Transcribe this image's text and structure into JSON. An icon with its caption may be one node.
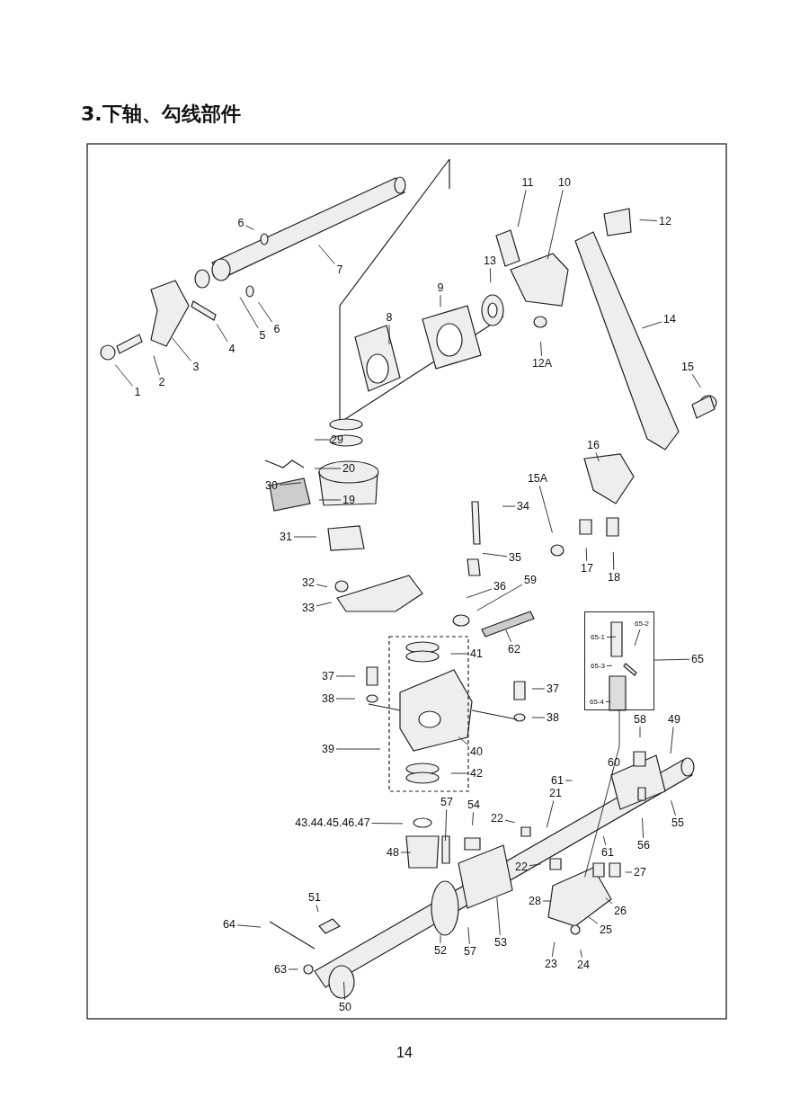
{
  "diagram": {
    "title": "3.下轴、勾线部件",
    "nodes": [
      {
        "text": [
          "6"
        ]
      },
      {
        "text": [
          "7"
        ]
      },
      {
        "text": [
          "6"
        ]
      },
      {
        "text": [
          "5"
        ]
      },
      {
        "text": [
          "4"
        ]
      },
      {
        "text": [
          "3"
        ]
      },
      {
        "text": [
          "2"
        ]
      },
      {
        "text": [
          "1"
        ]
      },
      {
        "text": [
          "11"
        ]
      },
      {
        "text": [
          "10"
        ]
      },
      {
        "text": [
          "12"
        ]
      },
      {
        "text": [
          "13"
        ]
      },
      {
        "text": [
          "9"
        ]
      },
      {
        "text": [
          "8"
        ]
      },
      {
        "text": [
          "14"
        ]
      },
      {
        "text": [
          "12A"
        ]
      },
      {
        "text": [
          "15"
        ]
      },
      {
        "text": [
          "29"
        ]
      },
      {
        "text": [
          "16"
        ]
      },
      {
        "text": [
          "20"
        ]
      },
      {
        "text": [
          "15A"
        ]
      },
      {
        "text": [
          "30"
        ]
      },
      {
        "text": [
          "19"
        ]
      },
      {
        "text": [
          "34"
        ]
      },
      {
        "text": [
          "31"
        ]
      },
      {
        "text": [
          "35"
        ]
      },
      {
        "text": [
          "17"
        ]
      },
      {
        "text": [
          "18"
        ]
      },
      {
        "text": [
          "36"
        ]
      },
      {
        "text": [
          "59"
        ]
      },
      {
        "text": [
          "32"
        ]
      },
      {
        "text": [
          "33"
        ]
      },
      {
        "text": [
          "62"
        ]
      },
      {
        "text": [
          "41"
        ]
      },
      {
        "text": [
          "65"
        ]
      },
      {
        "text": [
          "37"
        ]
      },
      {
        "text": [
          "38"
        ]
      },
      {
        "text": [
          "37"
        ]
      },
      {
        "text": [
          "38"
        ]
      },
      {
        "text": [
          "58"
        ]
      },
      {
        "text": [
          "49"
        ]
      },
      {
        "text": [
          "39"
        ]
      },
      {
        "text": [
          "40"
        ]
      },
      {
        "text": [
          "42"
        ]
      },
      {
        "text": [
          "60"
        ]
      },
      {
        "text": [
          "61"
        ]
      },
      {
        "text": [
          "21"
        ]
      },
      {
        "text": [
          "54"
        ]
      },
      {
        "text": [
          "57"
        ]
      },
      {
        "text": [
          "22"
        ]
      },
      {
        "text": [
          "43.44.45.46.47"
        ]
      },
      {
        "text": [
          "55"
        ]
      },
      {
        "text": [
          "56"
        ]
      },
      {
        "text": [
          "48"
        ]
      },
      {
        "text": [
          "61"
        ]
      },
      {
        "text": [
          "22"
        ]
      },
      {
        "text": [
          "27"
        ]
      },
      {
        "text": [
          "51"
        ]
      },
      {
        "text": [
          "28"
        ]
      },
      {
        "text": [
          "26"
        ]
      },
      {
        "text": [
          "64"
        ]
      },
      {
        "text": [
          "25"
        ]
      },
      {
        "text": [
          "53"
        ]
      },
      {
        "text": [
          "52"
        ]
      },
      {
        "text": [
          "57"
        ]
      },
      {
        "text": [
          "23"
        ]
      },
      {
        "text": [
          "24"
        ]
      },
      {
        "text": [
          "63"
        ]
      },
      {
        "text": [
          "50"
        ]
      },
      {
        "text": [],
        "shape": "box"
      },
      {
        "text": [
          "65-1"
        ],
        "in": 69
      },
      {
        "text": [
          "65-2"
        ],
        "in": 69
      },
      {
        "text": [
          "65-3"
        ],
        "in": 69
      },
      {
        "text": [
          "65-4"
        ],
        "in": 69
      }
    ],
    "edges": [
      {
        "from": 0,
        "to": null,
        "arrow": "none"
      },
      {
        "from": 1,
        "to": null,
        "arrow": "none"
      },
      {
        "from": 2,
        "to": null,
        "arrow": "none"
      },
      {
        "from": 3,
        "to": null,
        "arrow": "none"
      },
      {
        "from": 4,
        "to": null,
        "arrow": "none"
      },
      {
        "from": 5,
        "to": null,
        "arrow": "none"
      },
      {
        "from": 6,
        "to": null,
        "arrow": "none"
      },
      {
        "from": 7,
        "to": null,
        "arrow": "none"
      },
      {
        "from": 8,
        "to": null,
        "arrow": "none"
      },
      {
        "from": 9,
        "to": null,
        "arrow": "none"
      },
      {
        "from": 10,
        "to": null,
        "arrow": "none"
      },
      {
        "from": 11,
        "to": null,
        "arrow": "none"
      },
      {
        "from": 12,
        "to": null,
        "arrow": "none"
      },
      {
        "from": 13,
        "to": null,
        "arrow": "none"
      },
      {
        "from": 14,
        "to": null,
        "arrow": "none"
      },
      {
        "from": 15,
        "to": null,
        "arrow": "none"
      },
      {
        "from": 16,
        "to": null,
        "arrow": "none"
      },
      {
        "from": 17,
        "to": null,
        "arrow": "none"
      },
      {
        "from": 18,
        "to": null,
        "arrow": "none"
      },
      {
        "from": 19,
        "to": null,
        "arrow": "none"
      },
      {
        "from": 20,
        "to": null,
        "arrow": "none"
      },
      {
        "from": 21,
        "to": null,
        "arrow": "none"
      },
      {
        "from": 22,
        "to": null,
        "arrow": "none"
      },
      {
        "from": 23,
        "to": null,
        "arrow": "none"
      },
      {
        "from": 24,
        "to": null,
        "arrow": "none"
      },
      {
        "from": 25,
        "to": null,
        "arrow": "none"
      },
      {
        "from": 26,
        "to": null,
        "arrow": "none"
      },
      {
        "from": 27,
        "to": null,
        "arrow": "none"
      },
      {
        "from": 28,
        "to": null,
        "arrow": "none"
      },
      {
        "from": 29,
        "to": null,
        "arrow": "none"
      },
      {
        "from": 30,
        "to": null,
        "arrow": "none"
      },
      {
        "from": 31,
        "to": null,
        "arrow": "none"
      },
      {
        "from": 32,
        "to": null,
        "arrow": "none"
      },
      {
        "from": 33,
        "to": null,
        "arrow": "none"
      },
      {
        "from": 34,
        "to": 69,
        "arrow": "none"
      },
      {
        "from": 35,
        "to": null,
        "arrow": "none"
      },
      {
        "from": 36,
        "to": null,
        "arrow": "none"
      },
      {
        "from": 37,
        "to": null,
        "arrow": "none"
      },
      {
        "from": 38,
        "to": null,
        "arrow": "none"
      },
      {
        "from": 39,
        "to": null,
        "arrow": "none"
      },
      {
        "from": 40,
        "to": null,
        "arrow": "none"
      },
      {
        "from": 41,
        "to": null,
        "arrow": "none"
      },
      {
        "from": 42,
        "to": null,
        "arrow": "none"
      },
      {
        "from": 43,
        "to": null,
        "arrow": "none"
      },
      {
        "from": 44,
        "to": null,
        "arrow": "none"
      },
      {
        "from": 45,
        "to": null,
        "arrow": "none"
      },
      {
        "from": 46,
        "to": null,
        "arrow": "none"
      },
      {
        "from": 47,
        "to": null,
        "arrow": "none"
      },
      {
        "from": 48,
        "to": null,
        "arrow": "none"
      },
      {
        "from": 49,
        "to": null,
        "arrow": "none"
      },
      {
        "from": 50,
        "to": null,
        "arrow": "none"
      },
      {
        "from": 51,
        "to": null,
        "arrow": "none"
      },
      {
        "from": 52,
        "to": null,
        "arrow": "none"
      },
      {
        "from": 53,
        "to": null,
        "arrow": "none"
      },
      {
        "from": 54,
        "to": null,
        "arrow": "none"
      },
      {
        "from": 55,
        "to": null,
        "arrow": "none"
      },
      {
        "from": 56,
        "to": null,
        "arrow": "none"
      },
      {
        "from": 57,
        "to": null,
        "arrow": "none"
      },
      {
        "from": 58,
        "to": null,
        "arrow": "none"
      },
      {
        "from": 59,
        "to": null,
        "arrow": "none"
      },
      {
        "from": 60,
        "to": null,
        "arrow": "none"
      },
      {
        "from": 61,
        "to": null,
        "arrow": "none"
      },
      {
        "from": 62,
        "to": null,
        "arrow": "none"
      },
      {
        "from": 63,
        "to": null,
        "arrow": "none"
      },
      {
        "from": 64,
        "to": null,
        "arrow": "none"
      },
      {
        "from": 65,
        "to": null,
        "arrow": "none"
      },
      {
        "from": 66,
        "to": null,
        "arrow": "none"
      },
      {
        "from": 67,
        "to": null,
        "arrow": "none"
      },
      {
        "from": 68,
        "to": null,
        "arrow": "none"
      },
      {
        "from": 70,
        "to": null,
        "arrow": "none"
      },
      {
        "from": 71,
        "to": null,
        "arrow": "none"
      },
      {
        "from": 72,
        "to": null,
        "arrow": "none"
      },
      {
        "from": 73,
        "to": null,
        "arrow": "none"
      },
      {
        "from": 69,
        "to": null,
        "arrow": "none"
      }
    ],
    "labels": [
      "14"
    ]
  }
}
